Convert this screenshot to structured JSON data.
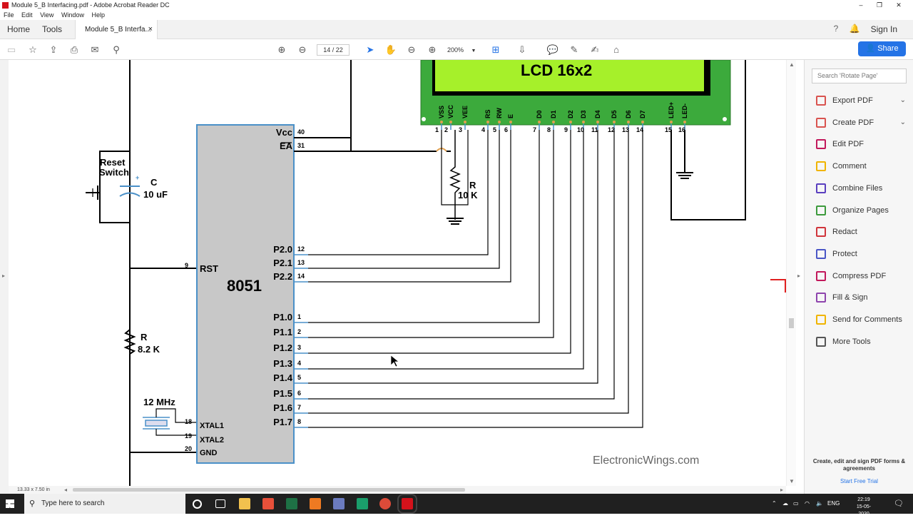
{
  "window": {
    "title": "Module 5_B Interfacing.pdf - Adobe Acrobat Reader DC",
    "minimize": "–",
    "maximize": "❐",
    "close": "✕"
  },
  "menu": [
    "File",
    "Edit",
    "View",
    "Window",
    "Help"
  ],
  "tabs": {
    "home": "Home",
    "tools": "Tools",
    "document": "Module 5_B Interfa...",
    "close": "×",
    "sign_in": "Sign In"
  },
  "toolbar": {
    "page_current": "14",
    "page_total": "22",
    "zoom": "200%",
    "share_label": "Share"
  },
  "right_pane": {
    "search_placeholder": "Search 'Rotate Page'",
    "tools": [
      {
        "label": "Export PDF",
        "color": "#d9534f",
        "expand": true
      },
      {
        "label": "Create PDF",
        "color": "#d9534f",
        "expand": true
      },
      {
        "label": "Edit PDF",
        "color": "#c2185b",
        "expand": false
      },
      {
        "label": "Comment",
        "color": "#f0b400",
        "expand": false
      },
      {
        "label": "Combine Files",
        "color": "#5a3fbf",
        "expand": false
      },
      {
        "label": "Organize Pages",
        "color": "#3c9a3c",
        "expand": false
      },
      {
        "label": "Redact",
        "color": "#d0343b",
        "expand": false
      },
      {
        "label": "Protect",
        "color": "#4a56c6",
        "expand": false
      },
      {
        "label": "Compress PDF",
        "color": "#c2185b",
        "expand": false
      },
      {
        "label": "Fill & Sign",
        "color": "#8e44ad",
        "expand": false
      },
      {
        "label": "Send for Comments",
        "color": "#f0b400",
        "expand": false
      },
      {
        "label": "More Tools",
        "color": "#555555",
        "expand": false
      }
    ],
    "promo_text": "Create, edit and sign PDF forms & agreements",
    "promo_link": "Start Free Trial"
  },
  "status": {
    "page_size": "13.33 x 7.50 in"
  },
  "schematic": {
    "lcd_label": "LCD 16x2",
    "lcd_pins": [
      {
        "name": "VSS",
        "num": "1"
      },
      {
        "name": "VCC",
        "num": "2"
      },
      {
        "name": "VEE",
        "num": "3"
      },
      {
        "name": "RS",
        "num": "4"
      },
      {
        "name": "RW",
        "num": "5"
      },
      {
        "name": "E",
        "num": "6"
      },
      {
        "name": "D0",
        "num": "7"
      },
      {
        "name": "D1",
        "num": "8"
      },
      {
        "name": "D2",
        "num": "9"
      },
      {
        "name": "D3",
        "num": "10"
      },
      {
        "name": "D4",
        "num": "11"
      },
      {
        "name": "D5",
        "num": "12"
      },
      {
        "name": "D6",
        "num": "13"
      },
      {
        "name": "D7",
        "num": "14"
      },
      {
        "name": "LED+",
        "num": "15"
      },
      {
        "name": "LED-",
        "num": "16"
      }
    ],
    "mcu_label": "8051",
    "mcu_pins_right": [
      {
        "name": "Vcc",
        "num": "40"
      },
      {
        "name": "EA",
        "num": "31"
      },
      {
        "name": "P2.0",
        "num": "12"
      },
      {
        "name": "P2.1",
        "num": "13"
      },
      {
        "name": "P2.2",
        "num": "14"
      },
      {
        "name": "P1.0",
        "num": "1"
      },
      {
        "name": "P1.1",
        "num": "2"
      },
      {
        "name": "P1.2",
        "num": "3"
      },
      {
        "name": "P1.3",
        "num": "4"
      },
      {
        "name": "P1.4",
        "num": "5"
      },
      {
        "name": "P1.5",
        "num": "6"
      },
      {
        "name": "P1.6",
        "num": "7"
      },
      {
        "name": "P1.7",
        "num": "8"
      }
    ],
    "mcu_pins_left": [
      {
        "name": "RST",
        "num": "9"
      },
      {
        "name": "XTAL1",
        "num": "18"
      },
      {
        "name": "XTAL2",
        "num": "19"
      },
      {
        "name": "GND",
        "num": "20"
      }
    ],
    "reset_label_1": "Reset",
    "reset_label_2": "Switch",
    "cap_name": "C",
    "cap_value": "10 uF",
    "res_name": "R",
    "res_value": "8.2 K",
    "pot_name": "R",
    "pot_value": "10 K",
    "crystal_label": "12 MHz",
    "watermark": "ElectronicWings.com"
  },
  "taskbar": {
    "search_placeholder": "Type here to search",
    "lang": "ENG",
    "time": "22:19",
    "date": "15-05-2020"
  }
}
